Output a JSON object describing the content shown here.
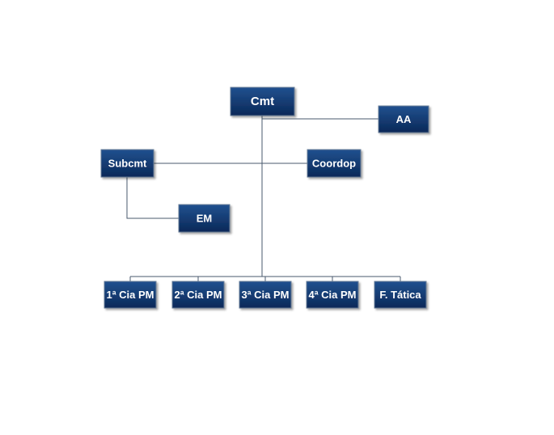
{
  "colors": {
    "box_top": "#1f4f8f",
    "box_bottom": "#0b2a5c",
    "text": "#ffffff",
    "connector": "#4a5a6e"
  },
  "nodes": {
    "cmt": "Cmt",
    "aa": "AA",
    "subcmt": "Subcmt",
    "coordop": "Coordop",
    "em": "EM",
    "cia1": "1ª Cia PM",
    "cia2": "2ª Cia PM",
    "cia3": "3ª Cia PM",
    "cia4": "4ª Cia PM",
    "ftatica": "F. Tática"
  }
}
